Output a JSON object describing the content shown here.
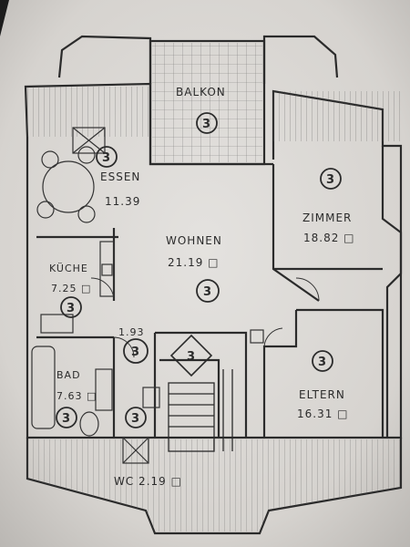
{
  "rooms": {
    "balkon": {
      "name": "BALKON"
    },
    "essen": {
      "name": "ESSEN",
      "area": "11.39"
    },
    "wohnen": {
      "name": "WOHNEN",
      "area": "21.19 □"
    },
    "zimmer": {
      "name": "ZIMMER",
      "area": "18.82 □"
    },
    "kueche": {
      "name": "KÜCHE",
      "area": "7.25 □"
    },
    "eltern": {
      "name": "ELTERN",
      "area": "16.31 □"
    },
    "bad": {
      "name": "BAD",
      "area": "7.63 □"
    },
    "wc": {
      "name": "WC 2.19 □"
    },
    "flur": {
      "area": "1.93"
    }
  },
  "marker_label": "3",
  "colors": {
    "paper": "#dcdad7",
    "ink": "#2b2b2b",
    "background": "#1c1c1c"
  }
}
